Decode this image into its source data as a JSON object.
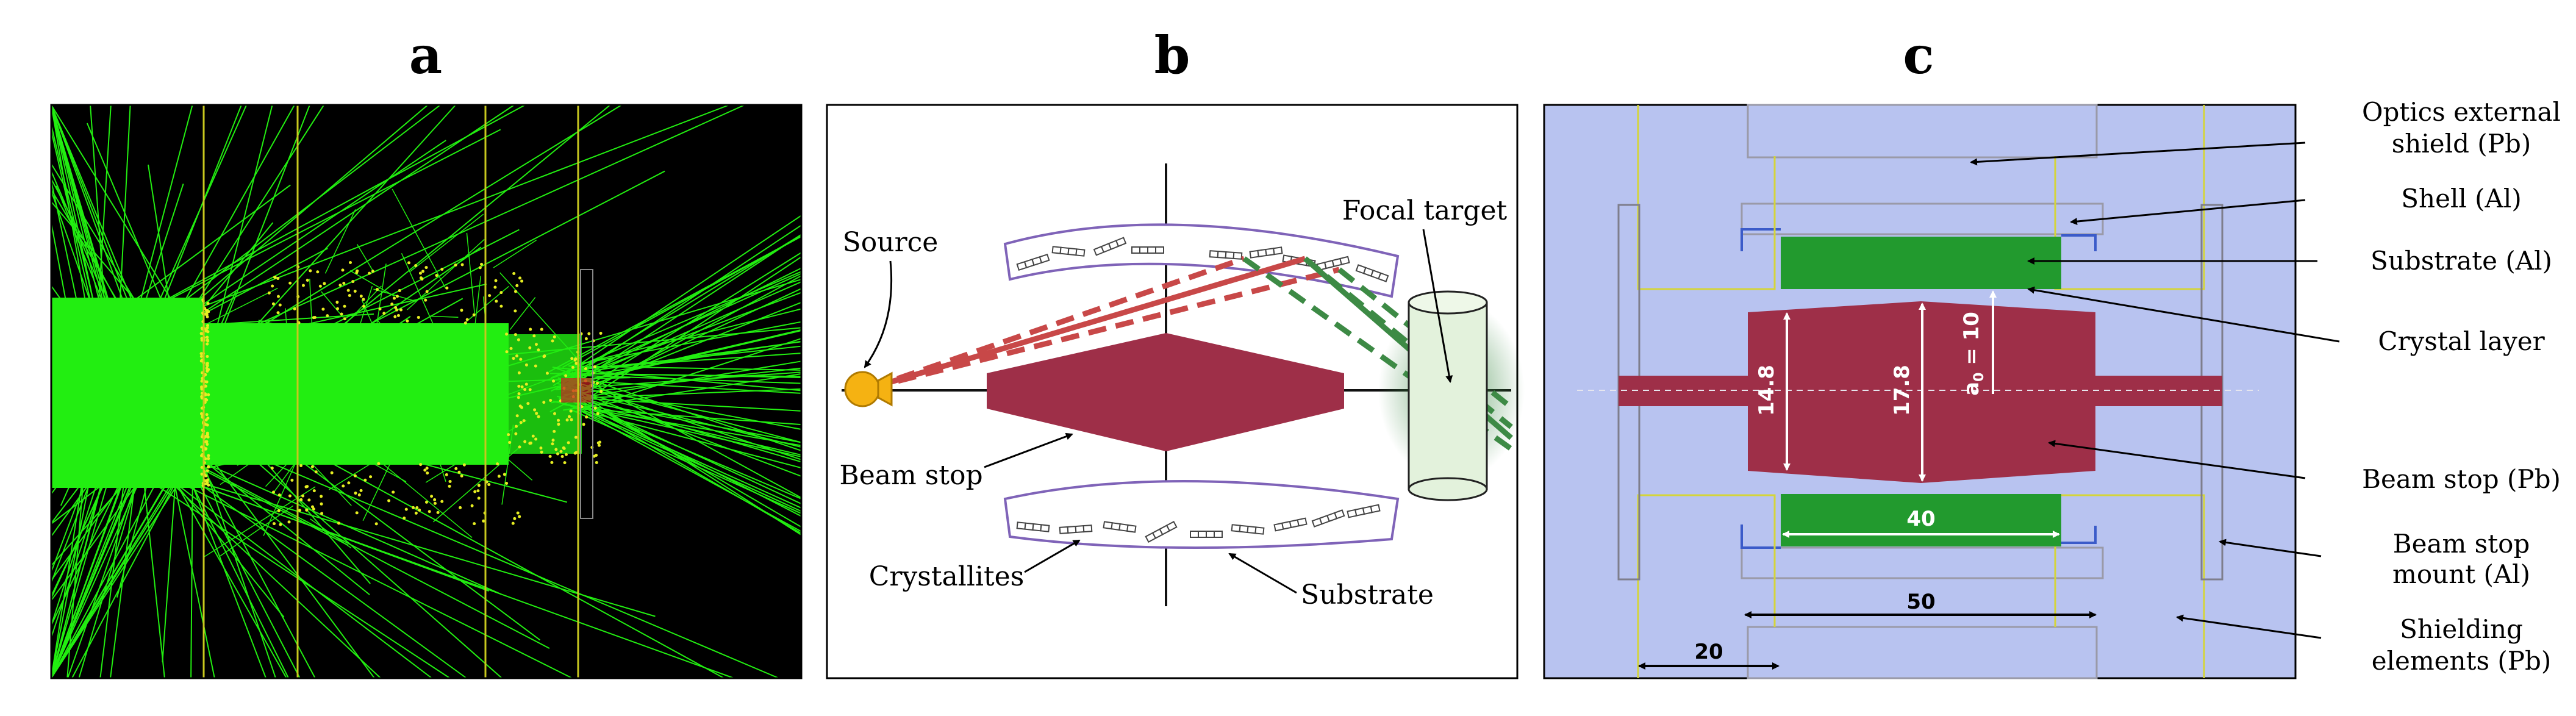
{
  "panels": {
    "a": {
      "label": "a"
    },
    "b": {
      "label": "b",
      "annotations": {
        "source": "Source",
        "focal_target": "Focal target",
        "beam_stop": "Beam stop",
        "crystallites": "Crystallites",
        "substrate": "Substrate"
      }
    },
    "c": {
      "label": "c",
      "callouts": {
        "optics_shield_1": "Optics external",
        "optics_shield_2": "shield (Pb)",
        "shell": "Shell (Al)",
        "substrate": "Substrate (Al)",
        "crystal_layer": "Crystal layer",
        "beam_stop": "Beam stop (Pb)",
        "mount_1": "Beam stop",
        "mount_2": "mount (Al)",
        "shielding_1": "Shielding",
        "shielding_2": "elements (Pb)"
      },
      "dimensions": {
        "d_14_8": "14.8",
        "d_17_8": "17.8",
        "d_a0": "a",
        "d_a0_sub": "0",
        "d_a0_val": " = 10",
        "d_40": "40",
        "d_50": "50",
        "d_20": "20"
      }
    }
  },
  "colors": {
    "sim_background": "#000000",
    "sim_tracks": "#22ee11",
    "sim_hits": "#e6ee22",
    "sim_planes": "#c8c81e",
    "beam_stop": "#9e2f48",
    "source": "#f5b212",
    "crystal_box": "#7f63b8",
    "ray_red": "#c84848",
    "ray_green": "#3d8a45",
    "target_fill": "#e3f2dc",
    "shield_fill": "#b8c3f0",
    "substrate_green": "#229a2e",
    "shell_blue": "#3b5bc9",
    "outline_yellow": "#d4d43a"
  }
}
